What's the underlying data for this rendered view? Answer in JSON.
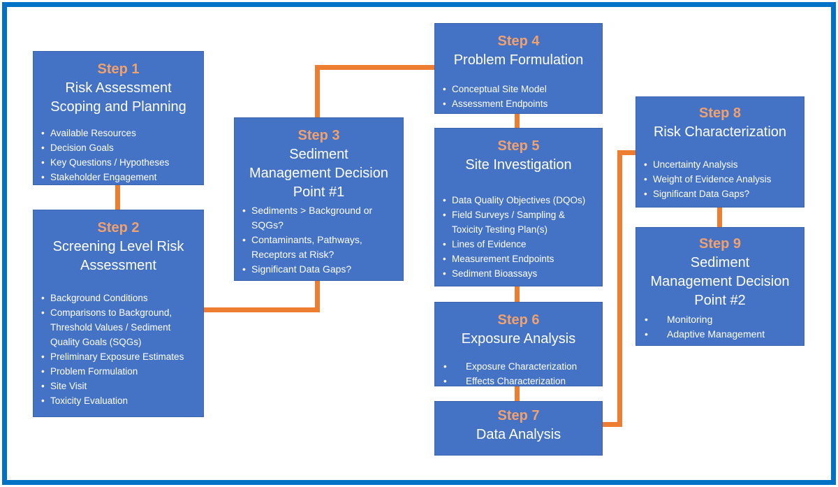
{
  "diagram": {
    "description": "Sediment risk assessment process flowchart, Steps 1-9",
    "colors": {
      "box_fill": "#4472C4",
      "step_label": "#F1A16E",
      "body_text": "#FFFFFF",
      "connector": "#ED7D31",
      "frame_border": "#0072C6",
      "background": "#FFFFFF"
    },
    "connections": [
      {
        "from": "Step 1",
        "to": "Step 2"
      },
      {
        "from": "Step 2",
        "to": "Step 3"
      },
      {
        "from": "Step 3",
        "to": "Step 4"
      },
      {
        "from": "Step 4",
        "to": "Step 5"
      },
      {
        "from": "Step 5",
        "to": "Step 6"
      },
      {
        "from": "Step 6",
        "to": "Step 7"
      },
      {
        "from": "Step 7",
        "to": "Step 8"
      },
      {
        "from": "Step 8",
        "to": "Step 9"
      }
    ],
    "steps": [
      {
        "label": "Step 1",
        "title": "Risk Assessment\nScoping and Planning",
        "bullets": [
          "Available Resources",
          "Decision Goals",
          "Key Questions / Hypotheses",
          "Stakeholder Engagement"
        ]
      },
      {
        "label": "Step 2",
        "title": "Screening Level Risk\nAssessment",
        "bullets": [
          "Background Conditions",
          "Comparisons to Background, Threshold Values / Sediment Quality Goals (SQGs)",
          "Preliminary Exposure Estimates",
          "Problem Formulation",
          "Site Visit",
          "Toxicity Evaluation"
        ]
      },
      {
        "label": "Step 3",
        "title": "Sediment\nManagement Decision\nPoint #1",
        "bullets": [
          "Sediments > Background or SQGs?",
          "Contaminants, Pathways, Receptors at Risk?",
          "Significant Data Gaps?"
        ]
      },
      {
        "label": "Step 4",
        "title": "Problem Formulation",
        "bullets": [
          "Conceptual Site Model",
          "Assessment Endpoints"
        ]
      },
      {
        "label": "Step 5",
        "title": "Site Investigation",
        "bullets": [
          "Data Quality Objectives (DQOs)",
          "Field Surveys / Sampling & Toxicity Testing Plan(s)",
          "Lines of Evidence",
          "Measurement Endpoints",
          "Sediment Bioassays"
        ]
      },
      {
        "label": "Step 6",
        "title": "Exposure Analysis",
        "bullets": [
          "Exposure Characterization",
          "Effects Characterization"
        ]
      },
      {
        "label": "Step 7",
        "title": "Data Analysis",
        "bullets": []
      },
      {
        "label": "Step 8",
        "title": "Risk Characterization",
        "bullets": [
          "Uncertainty Analysis",
          "Weight of Evidence Analysis",
          "Significant Data Gaps?"
        ]
      },
      {
        "label": "Step 9",
        "title": "Sediment\nManagement Decision\nPoint #2",
        "bullets": [
          "Monitoring",
          "Adaptive Management"
        ]
      }
    ]
  }
}
